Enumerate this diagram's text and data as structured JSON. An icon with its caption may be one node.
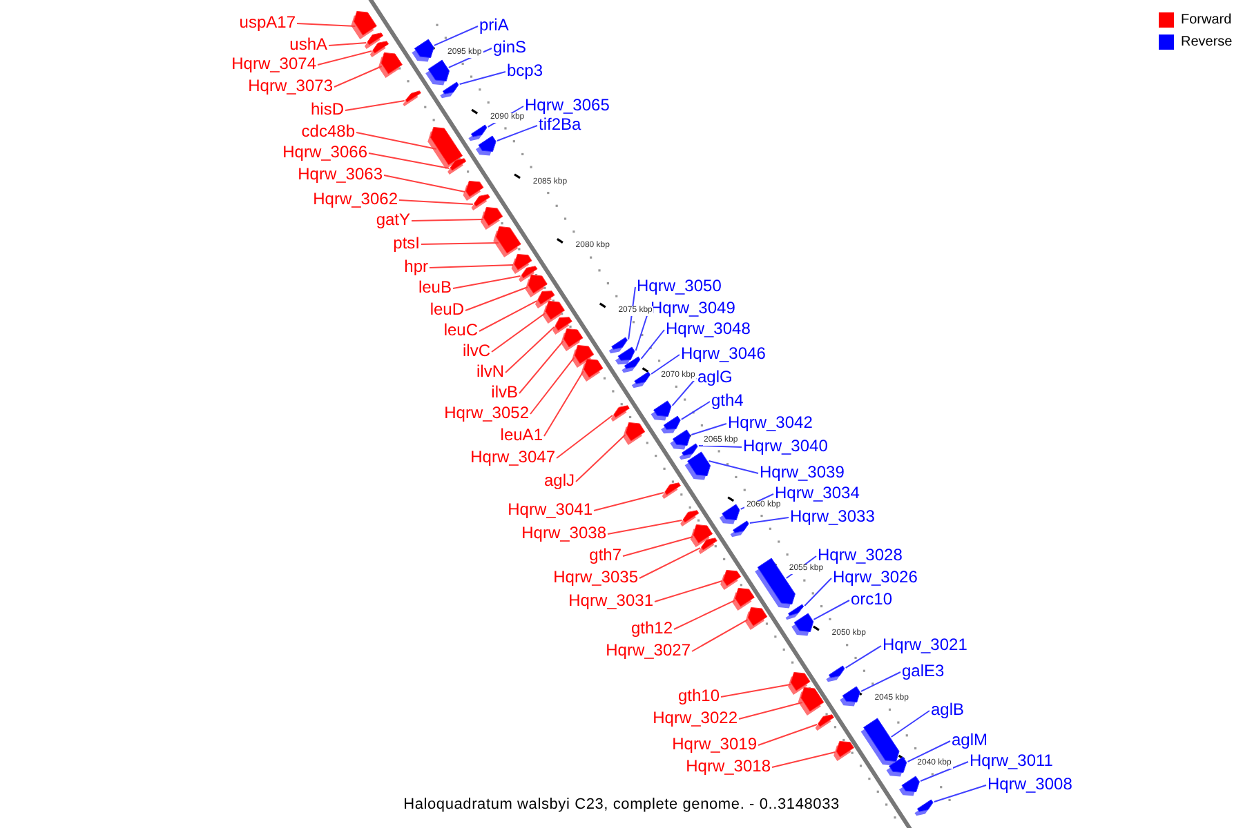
{
  "diagram": {
    "caption": "Haloquadratum walsbyi C23, complete genome. - 0..3148033",
    "nodes": [
      {
        "text": [
          "uspA17"
        ]
      },
      {
        "text": [],
        "shape": "box"
      },
      {
        "text": [
          "ushA"
        ]
      },
      {
        "text": [],
        "shape": "box"
      },
      {
        "text": [
          "Hqrw_3074"
        ]
      },
      {
        "text": [],
        "shape": "box"
      },
      {
        "text": [
          "Hqrw_3073"
        ]
      },
      {
        "text": [],
        "shape": "box"
      },
      {
        "text": [
          "hisD"
        ]
      },
      {
        "text": [],
        "shape": "box"
      },
      {
        "text": [
          "cdc48b"
        ]
      },
      {
        "text": [],
        "shape": "box"
      },
      {
        "text": [
          "Hqrw_3066"
        ]
      },
      {
        "text": [],
        "shape": "box"
      },
      {
        "text": [
          "Hqrw_3063"
        ]
      },
      {
        "text": [],
        "shape": "box"
      },
      {
        "text": [
          "Hqrw_3062"
        ]
      },
      {
        "text": [],
        "shape": "box"
      },
      {
        "text": [
          "gatY"
        ]
      },
      {
        "text": [],
        "shape": "box"
      },
      {
        "text": [
          "ptsI"
        ]
      },
      {
        "text": [],
        "shape": "box"
      },
      {
        "text": [
          "hpr"
        ]
      },
      {
        "text": [],
        "shape": "box"
      },
      {
        "text": [
          "leuB"
        ]
      },
      {
        "text": [],
        "shape": "box"
      },
      {
        "text": [
          "leuD"
        ]
      },
      {
        "text": [],
        "shape": "box"
      },
      {
        "text": [
          "leuC"
        ]
      },
      {
        "text": [],
        "shape": "box"
      },
      {
        "text": [
          "ilvC"
        ]
      },
      {
        "text": [],
        "shape": "box"
      },
      {
        "text": [
          "ilvN"
        ]
      },
      {
        "text": [],
        "shape": "box"
      },
      {
        "text": [
          "ilvB"
        ]
      },
      {
        "text": [],
        "shape": "box"
      },
      {
        "text": [
          "Hqrw_3052"
        ]
      },
      {
        "text": [],
        "shape": "box"
      },
      {
        "text": [
          "leuA1"
        ]
      },
      {
        "text": [],
        "shape": "box"
      },
      {
        "text": [
          "Hqrw_3047"
        ]
      },
      {
        "text": [],
        "shape": "box"
      },
      {
        "text": [
          "aglJ"
        ]
      },
      {
        "text": [],
        "shape": "box"
      },
      {
        "text": [
          "Hqrw_3041"
        ]
      },
      {
        "text": [],
        "shape": "box"
      },
      {
        "text": [
          "Hqrw_3038"
        ]
      },
      {
        "text": [],
        "shape": "box"
      },
      {
        "text": [
          "gth7"
        ]
      },
      {
        "text": [],
        "shape": "box"
      },
      {
        "text": [
          "Hqrw_3035"
        ]
      },
      {
        "text": [],
        "shape": "box"
      },
      {
        "text": [
          "Hqrw_3031"
        ]
      },
      {
        "text": [],
        "shape": "box"
      },
      {
        "text": [
          "gth12"
        ]
      },
      {
        "text": [],
        "shape": "box"
      },
      {
        "text": [
          "Hqrw_3027"
        ]
      },
      {
        "text": [],
        "shape": "box"
      },
      {
        "text": [
          "gth10"
        ]
      },
      {
        "text": [],
        "shape": "box"
      },
      {
        "text": [
          "Hqrw_3022"
        ]
      },
      {
        "text": [],
        "shape": "box"
      },
      {
        "text": [
          "Hqrw_3019"
        ]
      },
      {
        "text": [],
        "shape": "box"
      },
      {
        "text": [
          "Hqrw_3018"
        ]
      },
      {
        "text": [],
        "shape": "box"
      },
      {
        "text": [
          "priA"
        ]
      },
      {
        "text": [],
        "shape": "box"
      },
      {
        "text": [
          "ginS"
        ]
      },
      {
        "text": [],
        "shape": "box"
      },
      {
        "text": [
          "bcp3"
        ]
      },
      {
        "text": [],
        "shape": "box"
      },
      {
        "text": [
          "Hqrw_3065"
        ]
      },
      {
        "text": [],
        "shape": "box"
      },
      {
        "text": [
          "tif2Ba"
        ]
      },
      {
        "text": [],
        "shape": "box"
      },
      {
        "text": [
          "Hqrw_3050"
        ]
      },
      {
        "text": [],
        "shape": "box"
      },
      {
        "text": [
          "Hqrw_3049"
        ]
      },
      {
        "text": [],
        "shape": "box"
      },
      {
        "text": [
          "Hqrw_3048"
        ]
      },
      {
        "text": [],
        "shape": "box"
      },
      {
        "text": [
          "Hqrw_3046"
        ]
      },
      {
        "text": [],
        "shape": "box"
      },
      {
        "text": [
          "aglG"
        ]
      },
      {
        "text": [],
        "shape": "box"
      },
      {
        "text": [
          "gth4"
        ]
      },
      {
        "text": [],
        "shape": "box"
      },
      {
        "text": [
          "Hqrw_3042"
        ]
      },
      {
        "text": [],
        "shape": "box"
      },
      {
        "text": [
          "Hqrw_3040"
        ]
      },
      {
        "text": [],
        "shape": "box"
      },
      {
        "text": [
          "Hqrw_3039"
        ]
      },
      {
        "text": [],
        "shape": "box"
      },
      {
        "text": [
          "Hqrw_3034"
        ]
      },
      {
        "text": [],
        "shape": "box"
      },
      {
        "text": [
          "Hqrw_3033"
        ]
      },
      {
        "text": [],
        "shape": "box"
      },
      {
        "text": [
          "Hqrw_3028"
        ]
      },
      {
        "text": [],
        "shape": "box"
      },
      {
        "text": [
          "Hqrw_3026"
        ]
      },
      {
        "text": [],
        "shape": "box"
      },
      {
        "text": [
          "orc10"
        ]
      },
      {
        "text": [],
        "shape": "box"
      },
      {
        "text": [
          "Hqrw_3021"
        ]
      },
      {
        "text": [],
        "shape": "box"
      },
      {
        "text": [
          "galE3"
        ]
      },
      {
        "text": [],
        "shape": "box"
      },
      {
        "text": [
          "aglB"
        ]
      },
      {
        "text": [],
        "shape": "box"
      },
      {
        "text": [
          "aglM"
        ]
      },
      {
        "text": [],
        "shape": "box"
      },
      {
        "text": [
          "Hqrw_3011"
        ]
      },
      {
        "text": [],
        "shape": "box"
      },
      {
        "text": [
          "Hqrw_3008"
        ]
      },
      {
        "text": [],
        "shape": "box"
      }
    ],
    "edges": [
      {
        "from": 0,
        "to": 1,
        "arrow": "none"
      },
      {
        "from": 2,
        "to": 3,
        "arrow": "none"
      },
      {
        "from": 4,
        "to": 5,
        "arrow": "none"
      },
      {
        "from": 6,
        "to": 7,
        "arrow": "none"
      },
      {
        "from": 8,
        "to": 9,
        "arrow": "none"
      },
      {
        "from": 10,
        "to": 11,
        "arrow": "none"
      },
      {
        "from": 12,
        "to": 13,
        "arrow": "none"
      },
      {
        "from": 14,
        "to": 15,
        "arrow": "none"
      },
      {
        "from": 16,
        "to": 17,
        "arrow": "none"
      },
      {
        "from": 18,
        "to": 19,
        "arrow": "none"
      },
      {
        "from": 20,
        "to": 21,
        "arrow": "none"
      },
      {
        "from": 22,
        "to": 23,
        "arrow": "none"
      },
      {
        "from": 24,
        "to": 25,
        "arrow": "none"
      },
      {
        "from": 26,
        "to": 27,
        "arrow": "none"
      },
      {
        "from": 28,
        "to": 29,
        "arrow": "none"
      },
      {
        "from": 30,
        "to": 31,
        "arrow": "none"
      },
      {
        "from": 32,
        "to": 33,
        "arrow": "none"
      },
      {
        "from": 34,
        "to": 35,
        "arrow": "none"
      },
      {
        "from": 36,
        "to": 37,
        "arrow": "none"
      },
      {
        "from": 38,
        "to": 39,
        "arrow": "none"
      },
      {
        "from": 40,
        "to": 41,
        "arrow": "none"
      },
      {
        "from": 42,
        "to": 43,
        "arrow": "none"
      },
      {
        "from": 44,
        "to": 45,
        "arrow": "none"
      },
      {
        "from": 46,
        "to": 47,
        "arrow": "none"
      },
      {
        "from": 48,
        "to": 49,
        "arrow": "none"
      },
      {
        "from": 50,
        "to": 51,
        "arrow": "none"
      },
      {
        "from": 52,
        "to": 53,
        "arrow": "none"
      },
      {
        "from": 54,
        "to": 55,
        "arrow": "none"
      },
      {
        "from": 56,
        "to": 57,
        "arrow": "none"
      },
      {
        "from": 58,
        "to": 59,
        "arrow": "none"
      },
      {
        "from": 60,
        "to": 61,
        "arrow": "none"
      },
      {
        "from": 62,
        "to": 63,
        "arrow": "none"
      },
      {
        "from": 64,
        "to": 65,
        "arrow": "none"
      },
      {
        "from": 66,
        "to": 67,
        "arrow": "none",
        "color": "#4040ff"
      },
      {
        "from": 68,
        "to": 69,
        "arrow": "none",
        "color": "#4040ff"
      },
      {
        "from": 70,
        "to": 71,
        "arrow": "none",
        "color": "#4040ff"
      },
      {
        "from": 72,
        "to": 73,
        "arrow": "none",
        "color": "#4040ff"
      },
      {
        "from": 74,
        "to": 75,
        "arrow": "none",
        "color": "#4040ff"
      },
      {
        "from": 76,
        "to": 77,
        "arrow": "none",
        "color": "#4040ff"
      },
      {
        "from": 78,
        "to": 79,
        "arrow": "none",
        "color": "#4040ff"
      },
      {
        "from": 80,
        "to": 81,
        "arrow": "none",
        "color": "#4040ff"
      },
      {
        "from": 82,
        "to": 83,
        "arrow": "none",
        "color": "#4040ff"
      },
      {
        "from": 84,
        "to": 85,
        "arrow": "none",
        "color": "#4040ff"
      },
      {
        "from": 86,
        "to": 87,
        "arrow": "none",
        "color": "#4040ff"
      },
      {
        "from": 88,
        "to": 89,
        "arrow": "none",
        "color": "#4040ff"
      },
      {
        "from": 90,
        "to": 91,
        "arrow": "none",
        "color": "#4040ff"
      },
      {
        "from": 92,
        "to": 93,
        "arrow": "none",
        "color": "#4040ff"
      },
      {
        "from": 94,
        "to": 95,
        "arrow": "none",
        "color": "#4040ff"
      },
      {
        "from": 96,
        "to": 97,
        "arrow": "none",
        "color": "#4040ff"
      },
      {
        "from": 98,
        "to": 99,
        "arrow": "none",
        "color": "#4040ff"
      },
      {
        "from": 100,
        "to": 101,
        "arrow": "none",
        "color": "#4040ff"
      },
      {
        "from": 102,
        "to": 103,
        "arrow": "none",
        "color": "#4040ff"
      },
      {
        "from": 104,
        "to": 105,
        "arrow": "none",
        "color": "#4040ff"
      },
      {
        "from": 106,
        "to": 107,
        "arrow": "none",
        "color": "#4040ff"
      },
      {
        "from": 108,
        "to": 109,
        "arrow": "none",
        "color": "#4040ff"
      },
      {
        "from": 110,
        "to": 111,
        "arrow": "none",
        "color": "#4040ff"
      },
      {
        "from": 112,
        "to": 113,
        "arrow": "none",
        "color": "#4040ff"
      },
      {
        "from": 114,
        "to": 115,
        "arrow": "none",
        "color": "#4040ff"
      }
    ],
    "labels": [
      "2095 kbp",
      "2090 kbp",
      "2085 kbp",
      "2080 kbp",
      "2075 kbp",
      "2070 kbp",
      "2065 kbp",
      "2060 kbp",
      "2055 kbp",
      "2050 kbp",
      "2045 kbp",
      "2040 kbp"
    ],
    "legend": [
      {
        "text": "Forward",
        "color": "#ff0000"
      },
      {
        "text": "Reverse",
        "color": "#0000ff"
      }
    ]
  }
}
